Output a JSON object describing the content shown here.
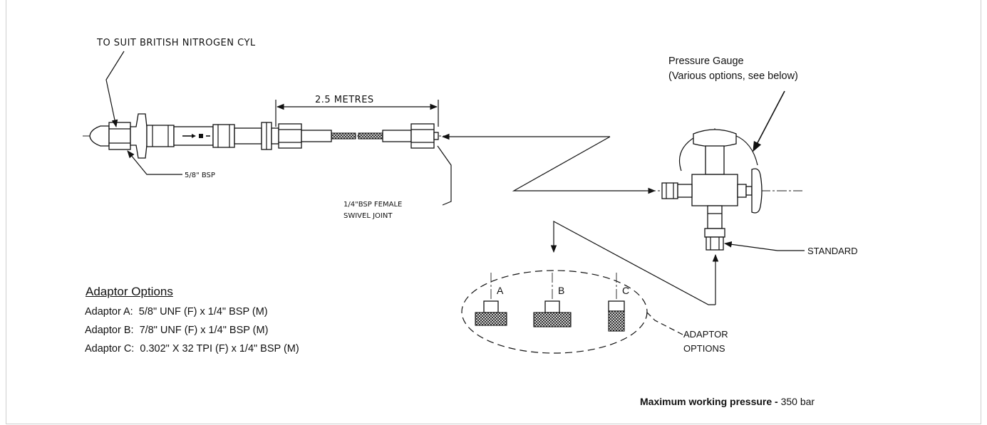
{
  "labels": {
    "cylinder_fitting": "TO SUIT BRITISH NITROGEN CYL",
    "thread_bsp": "5/8\" BSP",
    "hose_length": "2.5 METRES",
    "swivel_line1": "1/4\"BSP FEMALE",
    "swivel_line2": "SWIVEL JOINT",
    "gauge_line1": "Pressure Gauge",
    "gauge_line2": "(Various options, see below)",
    "standard": "STANDARD",
    "adaptor_options_line1": "ADAPTOR",
    "adaptor_options_line2": "OPTIONS",
    "adaptor_a_tag": "A",
    "adaptor_b_tag": "B",
    "adaptor_c_tag": "C"
  },
  "adaptor_options": {
    "heading": "Adaptor Options",
    "items": [
      {
        "name": "Adaptor A:",
        "spec": "5/8\" UNF (F) x 1/4\" BSP (M)"
      },
      {
        "name": "Adaptor B:",
        "spec": "7/8\" UNF (F) x 1/4\" BSP (M)"
      },
      {
        "name": "Adaptor C:",
        "spec": "0.302\" X 32 TPI (F) x 1/4\" BSP (M)"
      }
    ]
  },
  "footer": {
    "label": "Maximum working pressure -",
    "value": "350 bar"
  }
}
